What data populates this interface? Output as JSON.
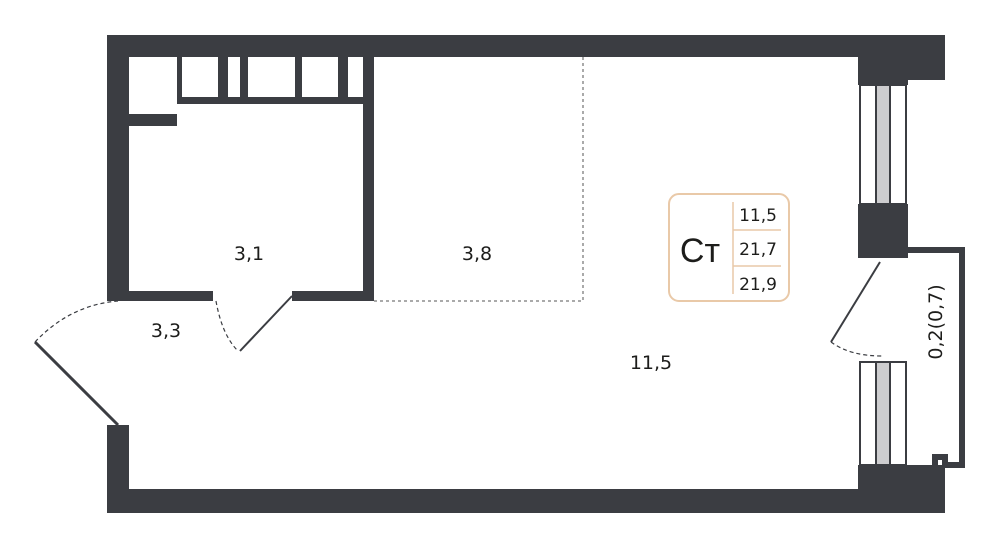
{
  "plan": {
    "rooms": {
      "hall": "3,3",
      "bathroom": "3,1",
      "kitchen": "3,8",
      "living": "11,5",
      "balcony": "0,2(0,7)"
    },
    "badge": {
      "type": "Ст",
      "living_area": "11,5",
      "total_area": "21,7",
      "total_with_balcony": "21,9"
    }
  },
  "colors": {
    "wall": "#3b3d42",
    "badge_border": "#e9c9a8",
    "text": "#1d1d1b"
  }
}
